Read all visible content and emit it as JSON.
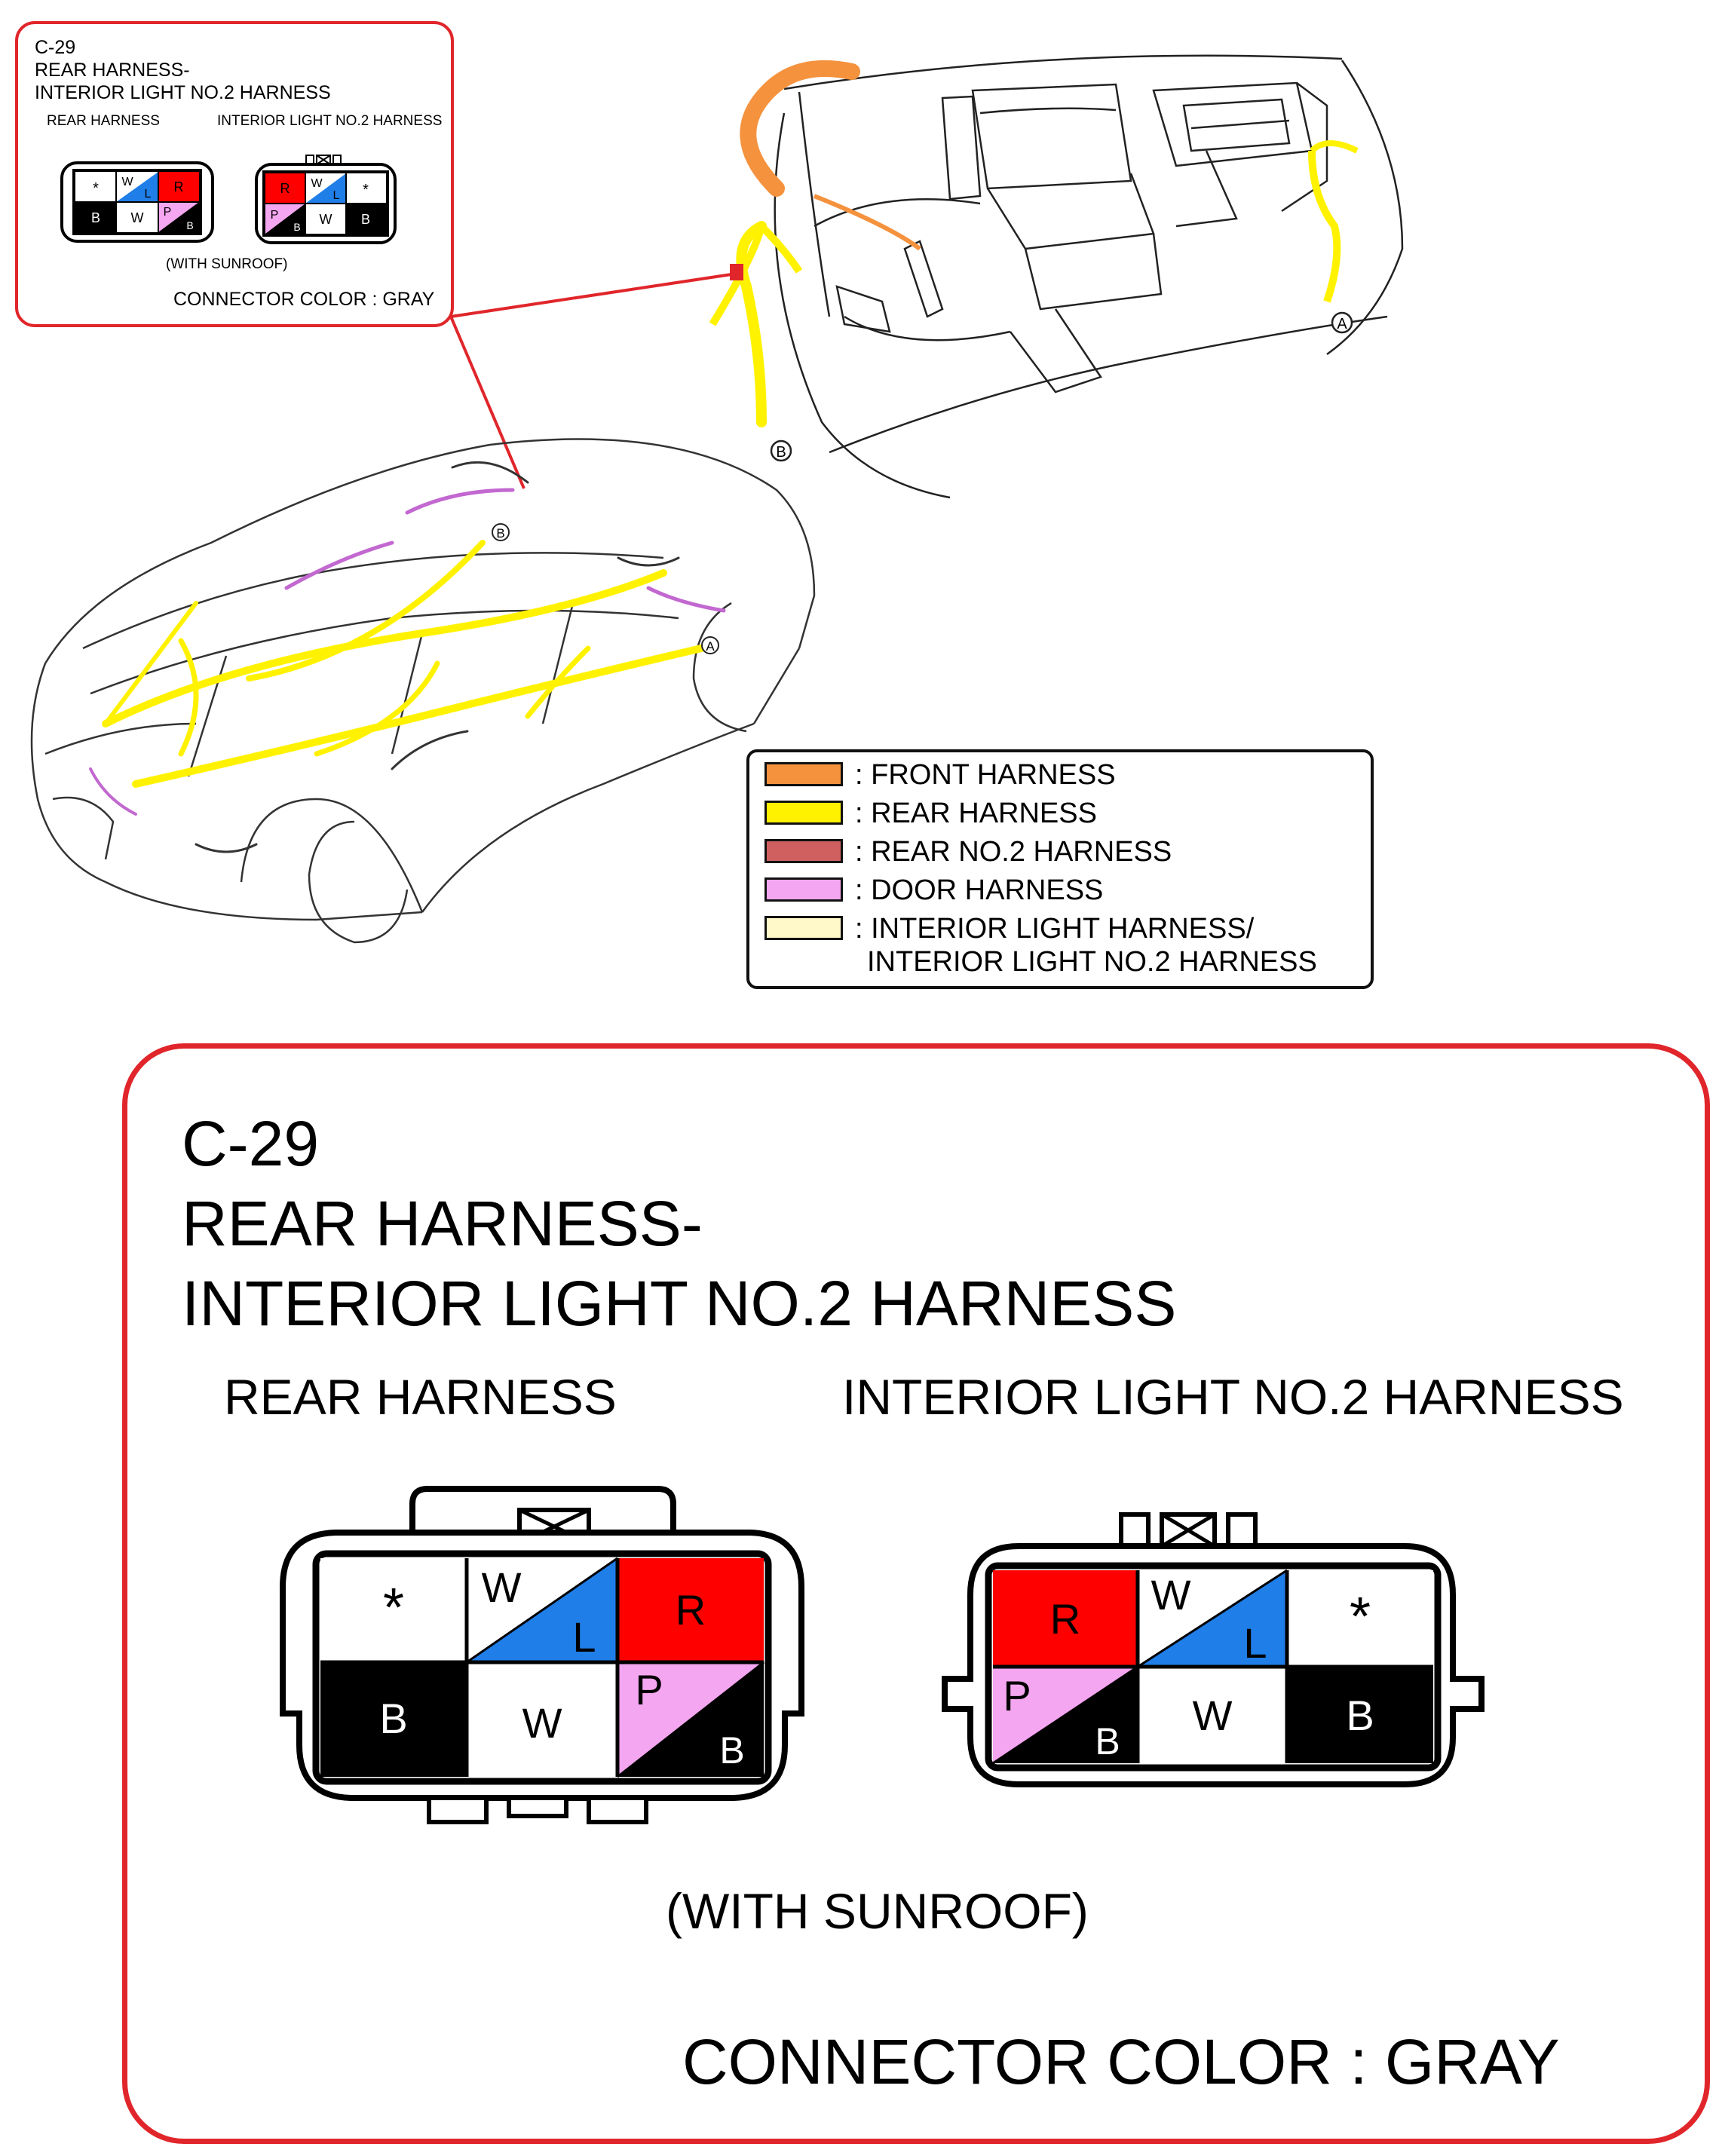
{
  "inset": {
    "code": "C-29",
    "line1": "REAR HARNESS-",
    "line2": "INTERIOR LIGHT NO.2 HARNESS",
    "left_label": "REAR HARNESS",
    "right_label": "INTERIOR LIGHT NO.2 HARNESS",
    "note": "(WITH SUNROOF)",
    "color_note": "CONNECTOR COLOR : GRAY"
  },
  "callouts": {
    "a": "A",
    "b": "B"
  },
  "legend": [
    {
      "label": ": FRONT HARNESS",
      "color": "#f5923e"
    },
    {
      "label": ": REAR HARNESS",
      "color": "#fff200"
    },
    {
      "label": ": REAR NO.2 HARNESS",
      "color": "#d06060"
    },
    {
      "label": ": DOOR HARNESS",
      "color": "#f4a6f0"
    },
    {
      "label": ": INTERIOR LIGHT HARNESS/",
      "label2": "INTERIOR LIGHT NO.2 HARNESS",
      "color": "#fff8c8"
    }
  ],
  "detail": {
    "code": "C-29",
    "title1": "REAR HARNESS-",
    "title2": "INTERIOR LIGHT NO.2 HARNESS",
    "left_connector": "REAR HARNESS",
    "right_connector": "INTERIOR LIGHT NO.2 HARNESS",
    "note": "(WITH SUNROOF)",
    "connector_color": "CONNECTOR COLOR : GRAY"
  },
  "pins": {
    "rear_harness": {
      "top": [
        {
          "label": "*"
        },
        {
          "label_a": "W",
          "label_b": "L",
          "color_a": "#ffffff",
          "color_b": "#1f7ee8"
        },
        {
          "label": "R",
          "color": "#ff0000"
        }
      ],
      "bottom": [
        {
          "label": "B",
          "color": "#000000"
        },
        {
          "label": "W",
          "color": "#ffffff"
        },
        {
          "label_a": "P",
          "label_b": "B",
          "color_a": "#f4a6f0",
          "color_b": "#000000"
        }
      ]
    },
    "interior_light_no2": {
      "top": [
        {
          "label": "R",
          "color": "#ff0000"
        },
        {
          "label_a": "W",
          "label_b": "L",
          "color_a": "#ffffff",
          "color_b": "#1f7ee8"
        },
        {
          "label": "*"
        }
      ],
      "bottom": [
        {
          "label_a": "P",
          "label_b": "B",
          "color_a": "#f4a6f0",
          "color_b": "#000000"
        },
        {
          "label": "W",
          "color": "#ffffff"
        },
        {
          "label": "B",
          "color": "#000000"
        }
      ]
    }
  }
}
